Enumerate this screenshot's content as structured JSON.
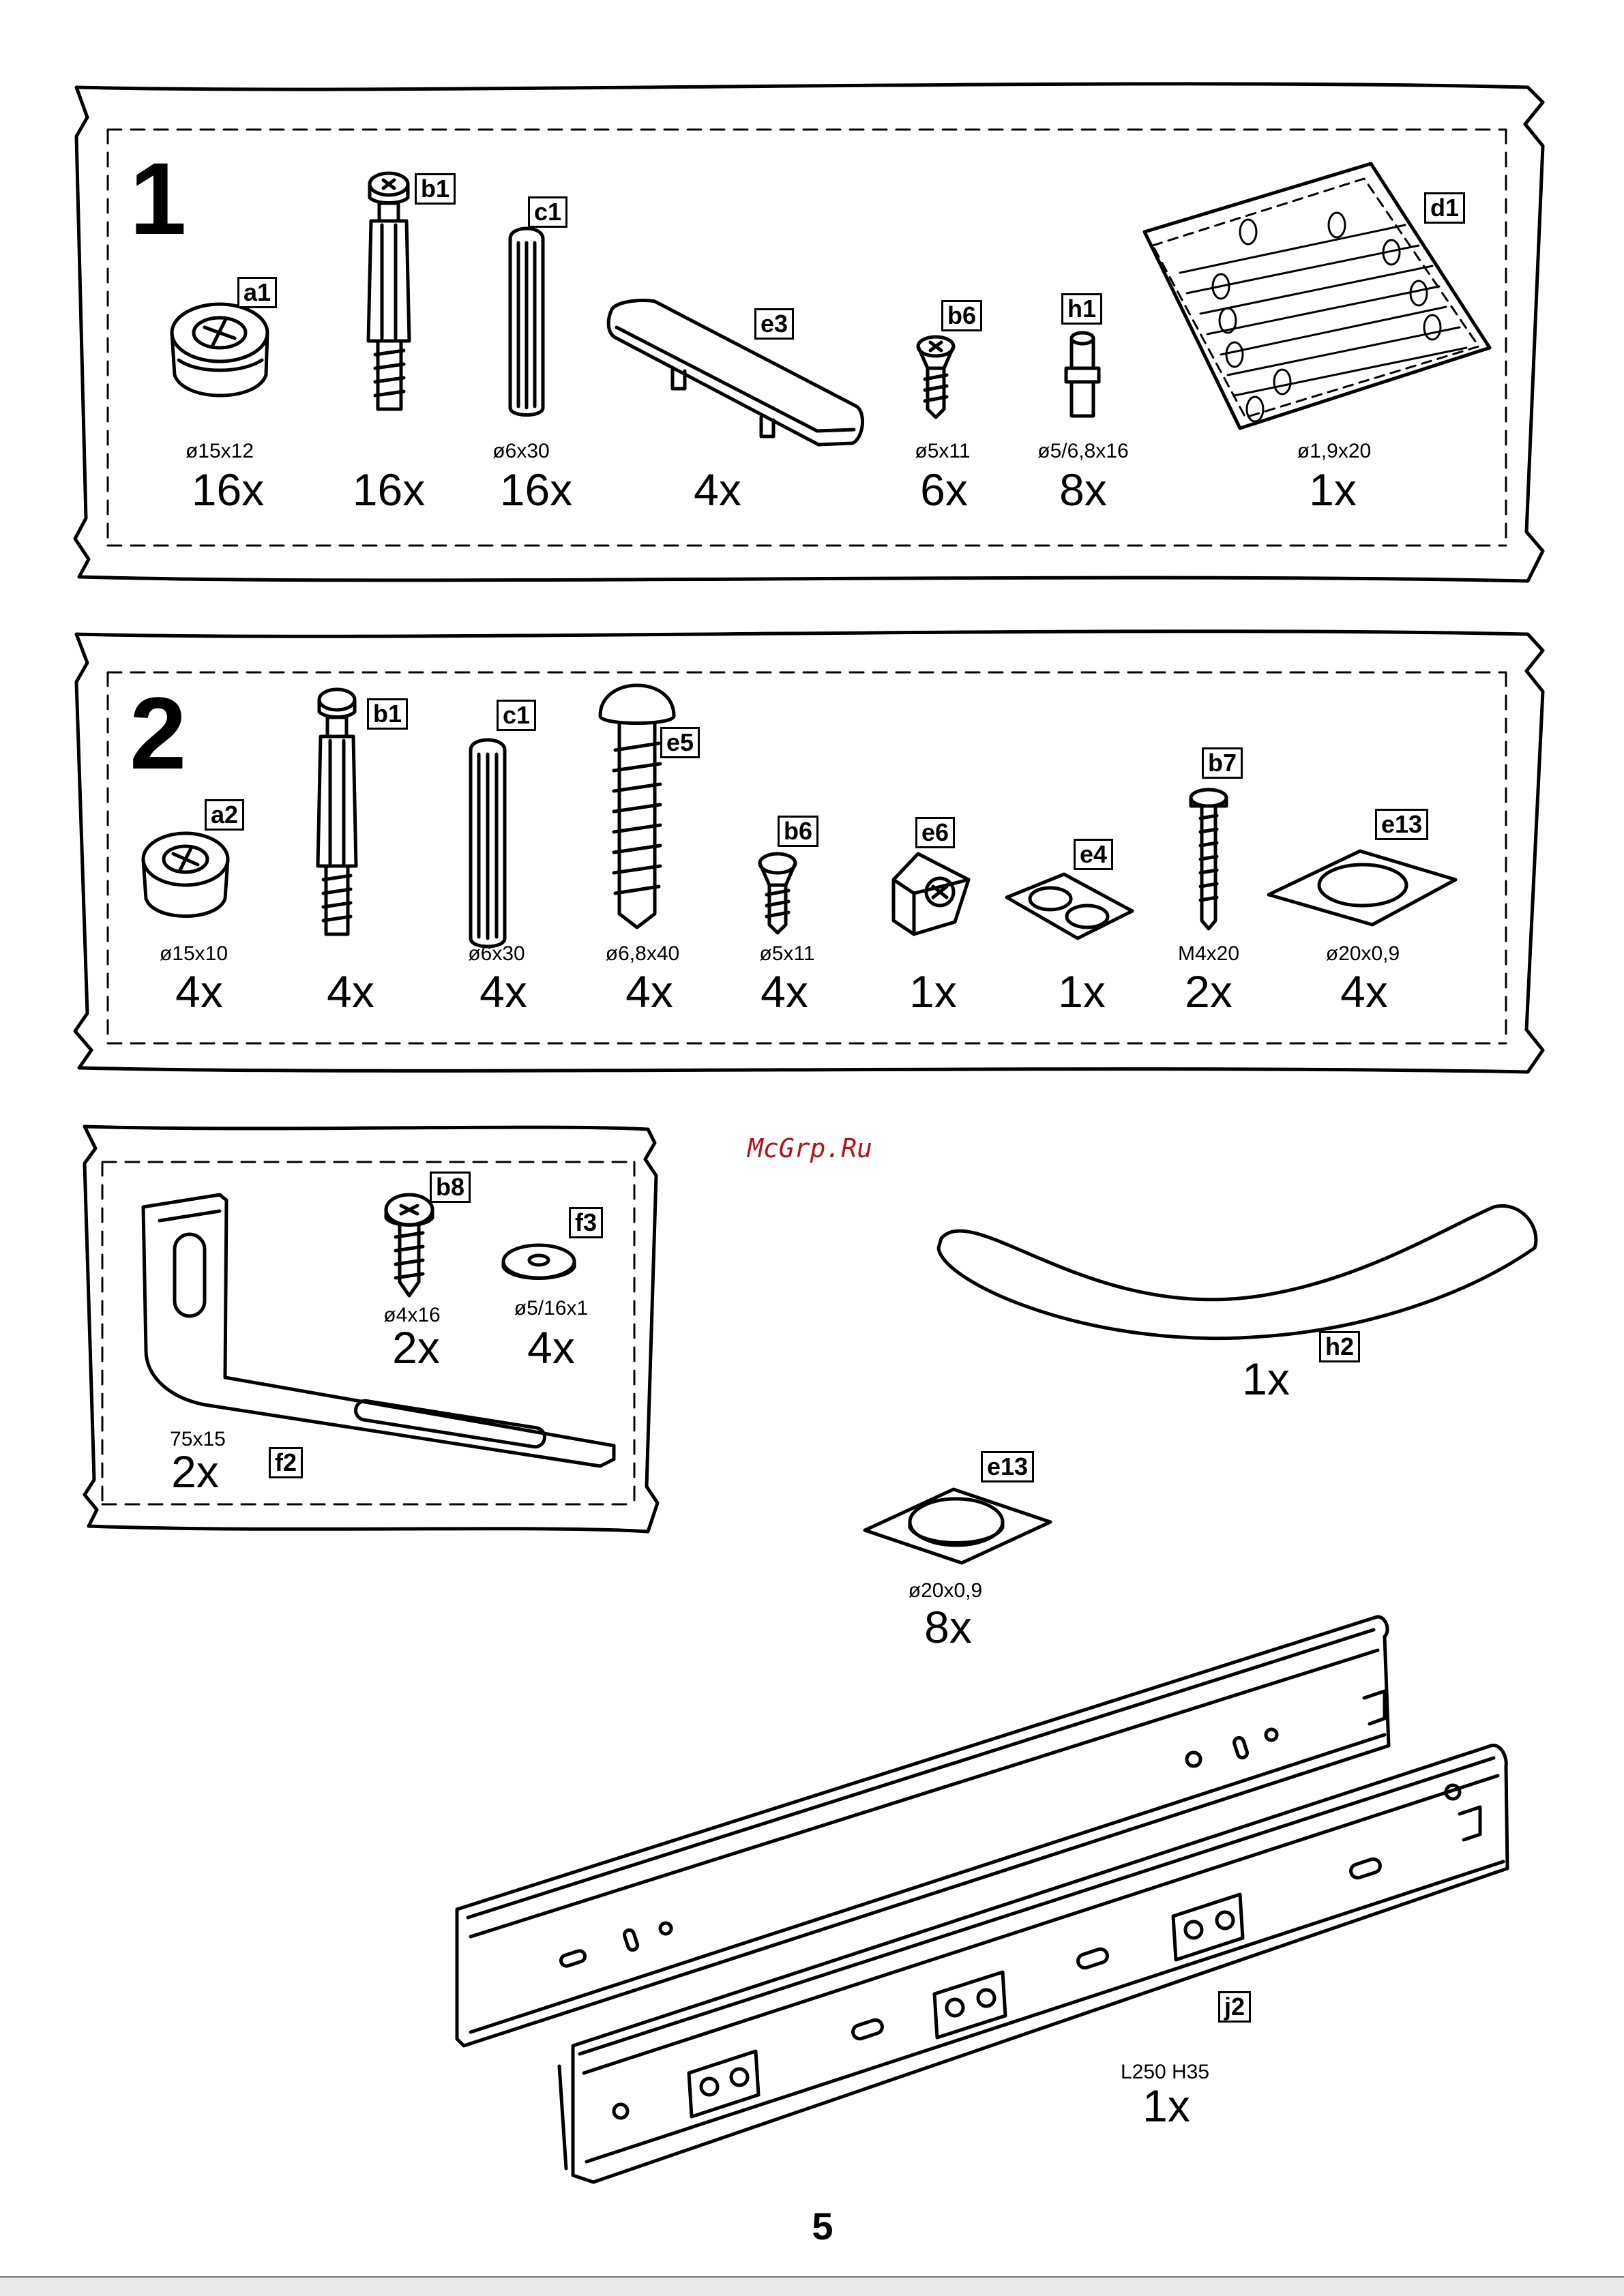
{
  "step1": {
    "number": "1",
    "parts": [
      {
        "code": "a1",
        "dim": "ø15x12",
        "qty": "16x"
      },
      {
        "code": "b1",
        "dim": "",
        "qty": "16x"
      },
      {
        "code": "c1",
        "dim": "ø6x30",
        "qty": "16x"
      },
      {
        "code": "e3",
        "dim": "",
        "qty": "4x"
      },
      {
        "code": "b6",
        "dim": "ø5x11",
        "qty": "6x"
      },
      {
        "code": "h1",
        "dim": "ø5/6,8x16",
        "qty": "8x"
      },
      {
        "code": "d1",
        "dim": "ø1,9x20",
        "qty": "1x"
      }
    ]
  },
  "step2": {
    "number": "2",
    "parts": [
      {
        "code": "a2",
        "dim": "ø15x10",
        "qty": "4x"
      },
      {
        "code": "b1",
        "dim": "",
        "qty": "4x"
      },
      {
        "code": "c1",
        "dim": "ø6x30",
        "qty": "4x"
      },
      {
        "code": "e5",
        "dim": "ø6,8x40",
        "qty": "4x"
      },
      {
        "code": "b6",
        "dim": "ø5x11",
        "qty": "4x"
      },
      {
        "code": "e6",
        "dim": "",
        "qty": "1x"
      },
      {
        "code": "e4",
        "dim": "",
        "qty": "1x"
      },
      {
        "code": "b7",
        "dim": "M4x20",
        "qty": "2x"
      },
      {
        "code": "e13",
        "dim": "ø20x0,9",
        "qty": "4x"
      }
    ]
  },
  "bracket_group": {
    "parts": [
      {
        "code": "b8",
        "dim": "ø4x16",
        "qty": "2x"
      },
      {
        "code": "f3",
        "dim": "ø5/16x1",
        "qty": "4x"
      },
      {
        "code": "f2",
        "dim": "75x15",
        "qty": "2x"
      }
    ]
  },
  "loose_parts": {
    "handle": {
      "code": "h2",
      "qty": "1x"
    },
    "pad": {
      "code": "e13",
      "dim": "ø20x0,9",
      "qty": "8x"
    },
    "rail": {
      "code": "j2",
      "dim": "L250 H35",
      "qty": "1x"
    }
  },
  "watermark": "McGrp.Ru",
  "page_number": "5",
  "colors": {
    "ink": "#000000",
    "paper": "#ffffff",
    "watermark": "#b5121b"
  }
}
